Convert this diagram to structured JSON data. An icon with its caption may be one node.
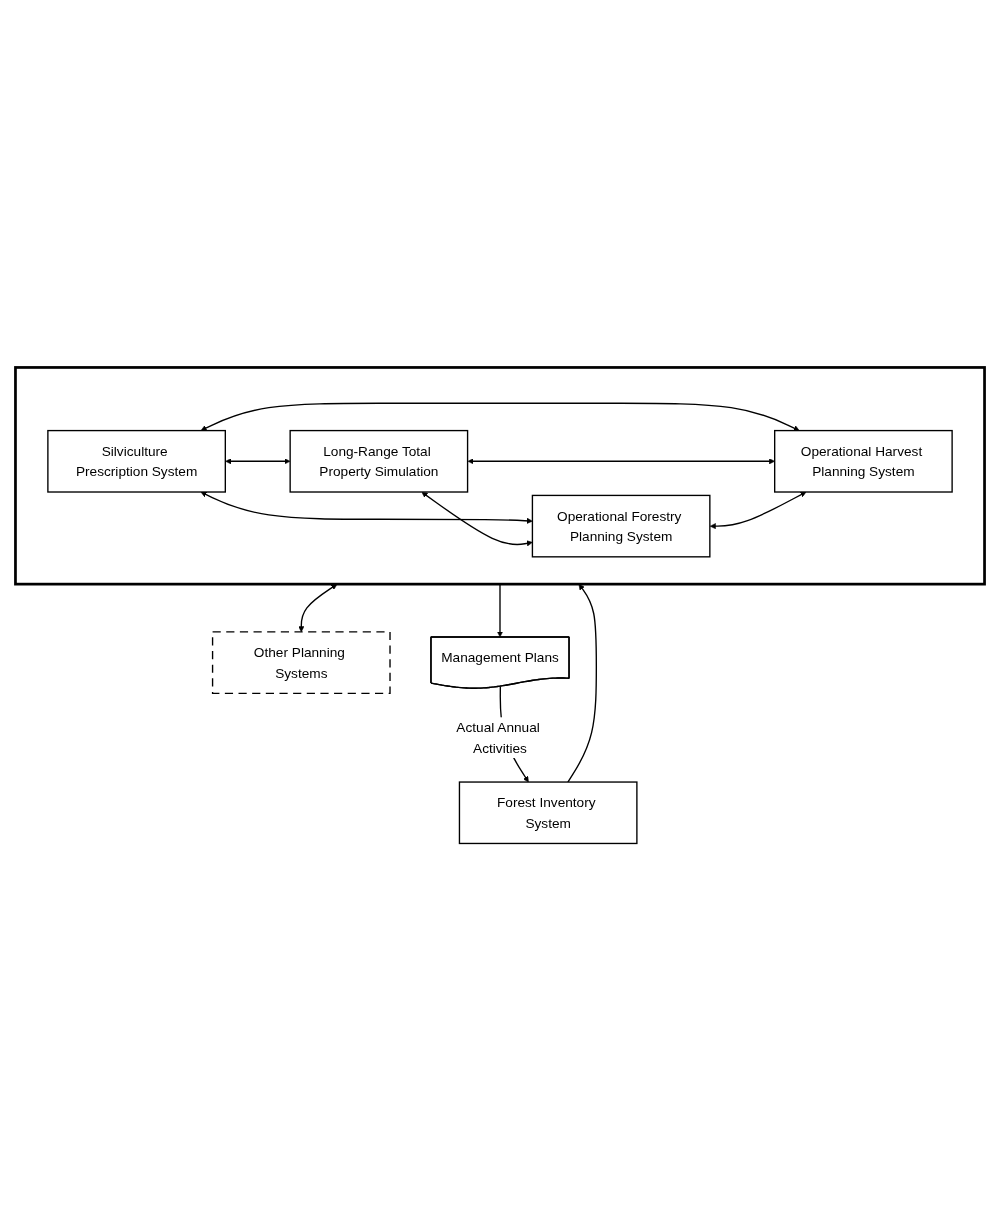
{
  "diagram": {
    "nodes": [
      {
        "text": [
          "Forest Inventory System"
        ]
      },
      {
        "text": [],
        "shape": "box"
      },
      {
        "text": [
          "Silviculture Prescription System"
        ],
        "in": 1
      },
      {
        "text": [
          "Long-Range Total Property Simulation"
        ],
        "in": 1
      },
      {
        "text": [
          "Operational Forestry Planning System"
        ],
        "in": 1
      },
      {
        "text": [
          "Operational Harvest Planning System"
        ],
        "in": 1
      },
      {
        "text": [
          "Other Planning Systems"
        ]
      },
      {
        "text": [
          "Management Plans"
        ]
      }
    ],
    "edges": [
      {
        "from": 0,
        "to": 1,
        "arrow": "to"
      },
      {
        "from": 2,
        "to": 3,
        "arrow": "both"
      },
      {
        "from": 2,
        "to": 4,
        "arrow": "both"
      },
      {
        "from": 2,
        "to": 5,
        "arrow": "both"
      },
      {
        "from": 3,
        "to": 4,
        "arrow": "both"
      },
      {
        "from": 3,
        "to": 5,
        "arrow": "both"
      },
      {
        "from": 4,
        "to": 5,
        "arrow": "both"
      },
      {
        "from": 1,
        "to": 6,
        "arrow": "both"
      },
      {
        "from": 1,
        "to": 7,
        "arrow": "to"
      },
      {
        "from": 7,
        "to": 0,
        "arrow": "to",
        "label": "Actual Annual Activities"
      }
    ]
  }
}
